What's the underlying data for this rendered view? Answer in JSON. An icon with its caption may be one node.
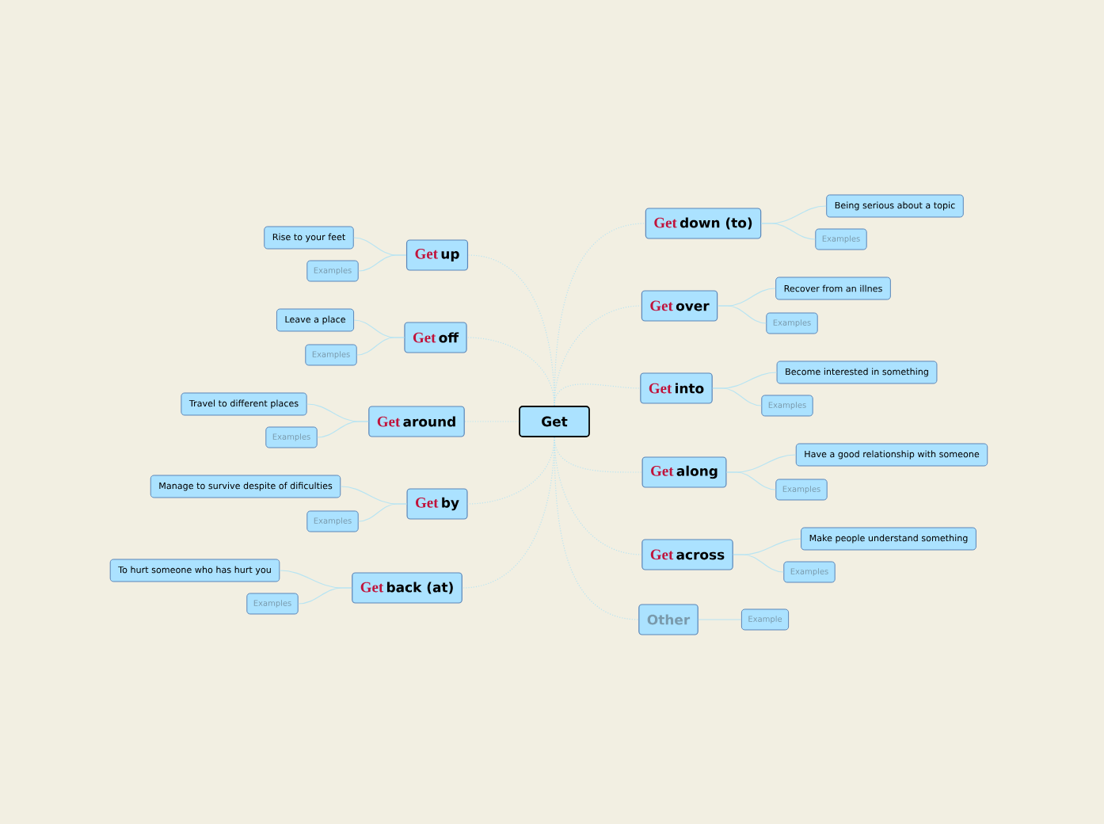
{
  "diagram": {
    "nodes": [
      {
        "text": [
          "Get"
        ]
      },
      {
        "text": [
          "Get",
          "down (to)"
        ]
      },
      {
        "text": [
          "Being serious about a topic"
        ]
      },
      {
        "text": [
          "Examples"
        ]
      },
      {
        "text": [
          "Get",
          "over"
        ]
      },
      {
        "text": [
          "Recover from an illnes"
        ]
      },
      {
        "text": [
          "Examples"
        ]
      },
      {
        "text": [
          "Get",
          "into"
        ]
      },
      {
        "text": [
          "Become interested in something"
        ]
      },
      {
        "text": [
          "Examples"
        ]
      },
      {
        "text": [
          "Get",
          "along"
        ]
      },
      {
        "text": [
          "Have a good relationship with someone"
        ]
      },
      {
        "text": [
          "Examples"
        ]
      },
      {
        "text": [
          "Get",
          "across"
        ]
      },
      {
        "text": [
          "Make people understand something"
        ]
      },
      {
        "text": [
          "Examples"
        ]
      },
      {
        "text": [
          "Other"
        ]
      },
      {
        "text": [
          "Example"
        ]
      },
      {
        "text": [
          "Get",
          "up"
        ]
      },
      {
        "text": [
          "Rise to your feet"
        ]
      },
      {
        "text": [
          "Examples"
        ]
      },
      {
        "text": [
          "Get",
          "off"
        ]
      },
      {
        "text": [
          "Leave a place"
        ]
      },
      {
        "text": [
          "Examples"
        ]
      },
      {
        "text": [
          "Get",
          "around"
        ]
      },
      {
        "text": [
          "Travel to different places"
        ]
      },
      {
        "text": [
          "Examples"
        ]
      },
      {
        "text": [
          "Get",
          "by"
        ]
      },
      {
        "text": [
          "Manage to survive despite of dificulties"
        ]
      },
      {
        "text": [
          "Examples"
        ]
      },
      {
        "text": [
          "Get",
          "back (at)"
        ]
      },
      {
        "text": [
          "To hurt someone who has hurt you"
        ]
      },
      {
        "text": [
          "Examples"
        ]
      }
    ],
    "edges": [
      {
        "from": 0,
        "to": 1,
        "arrow": "none",
        "style": "dashed"
      },
      {
        "from": 1,
        "to": 2,
        "arrow": "none"
      },
      {
        "from": 1,
        "to": 3,
        "arrow": "none"
      },
      {
        "from": 0,
        "to": 4,
        "arrow": "none",
        "style": "dashed"
      },
      {
        "from": 4,
        "to": 5,
        "arrow": "none"
      },
      {
        "from": 4,
        "to": 6,
        "arrow": "none"
      },
      {
        "from": 0,
        "to": 7,
        "arrow": "none",
        "style": "dashed"
      },
      {
        "from": 7,
        "to": 8,
        "arrow": "none"
      },
      {
        "from": 7,
        "to": 9,
        "arrow": "none"
      },
      {
        "from": 0,
        "to": 10,
        "arrow": "none",
        "style": "dashed"
      },
      {
        "from": 10,
        "to": 11,
        "arrow": "none"
      },
      {
        "from": 10,
        "to": 12,
        "arrow": "none"
      },
      {
        "from": 0,
        "to": 13,
        "arrow": "none",
        "style": "dashed"
      },
      {
        "from": 13,
        "to": 14,
        "arrow": "none"
      },
      {
        "from": 13,
        "to": 15,
        "arrow": "none"
      },
      {
        "from": 0,
        "to": 16,
        "arrow": "none",
        "style": "dashed"
      },
      {
        "from": 16,
        "to": 17,
        "arrow": "none"
      },
      {
        "from": 0,
        "to": 18,
        "arrow": "none",
        "style": "dashed"
      },
      {
        "from": 18,
        "to": 19,
        "arrow": "none"
      },
      {
        "from": 18,
        "to": 20,
        "arrow": "none"
      },
      {
        "from": 0,
        "to": 21,
        "arrow": "none",
        "style": "dashed"
      },
      {
        "from": 21,
        "to": 22,
        "arrow": "none"
      },
      {
        "from": 21,
        "to": 23,
        "arrow": "none"
      },
      {
        "from": 0,
        "to": 24,
        "arrow": "none",
        "style": "dashed"
      },
      {
        "from": 24,
        "to": 25,
        "arrow": "none"
      },
      {
        "from": 24,
        "to": 26,
        "arrow": "none"
      },
      {
        "from": 0,
        "to": 27,
        "arrow": "none",
        "style": "dashed"
      },
      {
        "from": 27,
        "to": 28,
        "arrow": "none"
      },
      {
        "from": 27,
        "to": 29,
        "arrow": "none"
      },
      {
        "from": 0,
        "to": 30,
        "arrow": "none",
        "style": "dashed"
      },
      {
        "from": 30,
        "to": 31,
        "arrow": "none"
      },
      {
        "from": 30,
        "to": 32,
        "arrow": "none"
      }
    ]
  }
}
